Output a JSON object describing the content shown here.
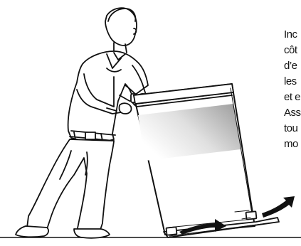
{
  "instruction": {
    "lines": [
      "Inc",
      "côt",
      "d’e",
      "les",
      "et e",
      "Ass",
      "tou",
      "mo"
    ]
  },
  "illustration": {
    "subject": "person tilting a dishwasher onto its side",
    "icons": [
      "person-figure",
      "dishwasher-body",
      "motion-arrow",
      "floor-line"
    ]
  }
}
